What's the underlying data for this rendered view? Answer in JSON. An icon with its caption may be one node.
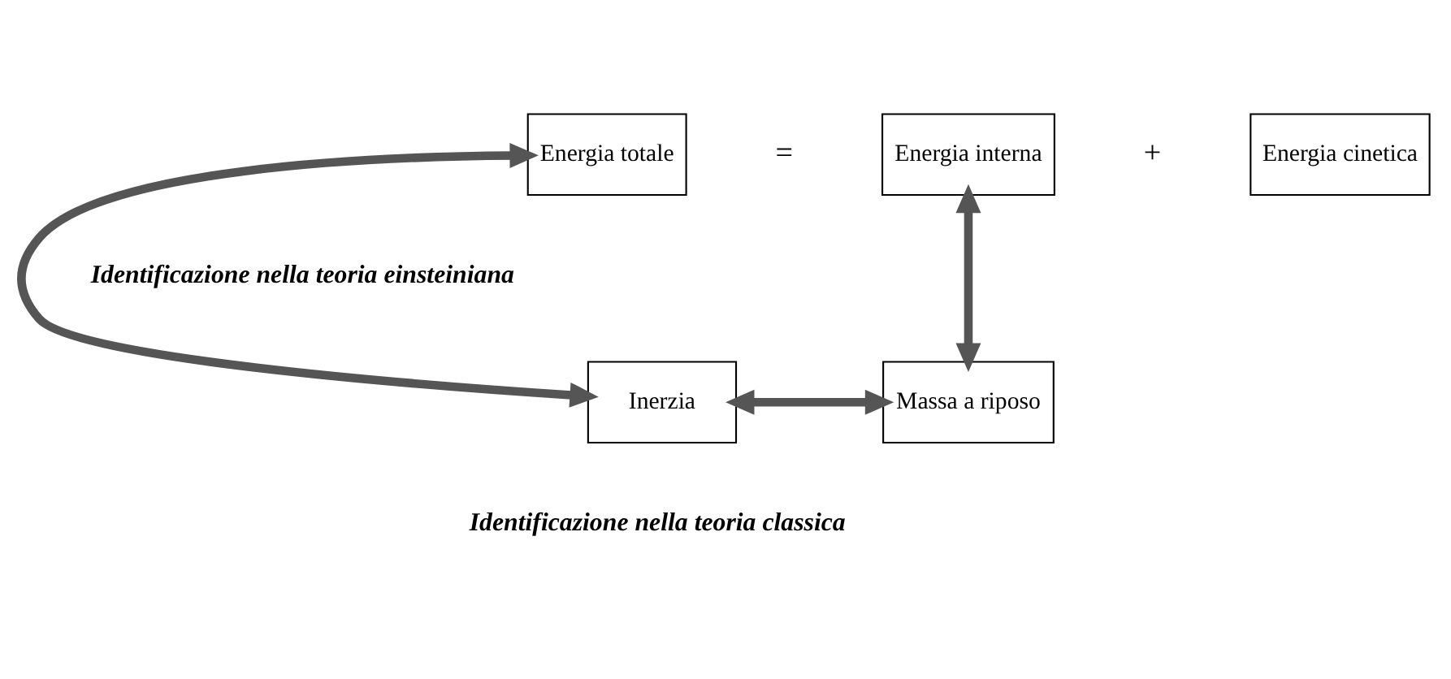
{
  "diagram": {
    "nodes": [
      {
        "text": [
          "Energia totale"
        ]
      },
      {
        "text": [
          "Energia interna"
        ]
      },
      {
        "text": [
          "Energia cinetica"
        ]
      },
      {
        "text": [
          "Inerzia"
        ]
      },
      {
        "text": [
          "Massa a riposo"
        ]
      }
    ],
    "edges": [
      {
        "from": 0,
        "to": 3,
        "arrow": "both"
      },
      {
        "from": 1,
        "to": 4,
        "arrow": "both"
      },
      {
        "from": 3,
        "to": 4,
        "arrow": "both"
      }
    ],
    "labels": [
      "=",
      "+",
      "Identificazione nella teoria einsteiniana",
      "Identificazione nella teoria classica"
    ]
  }
}
